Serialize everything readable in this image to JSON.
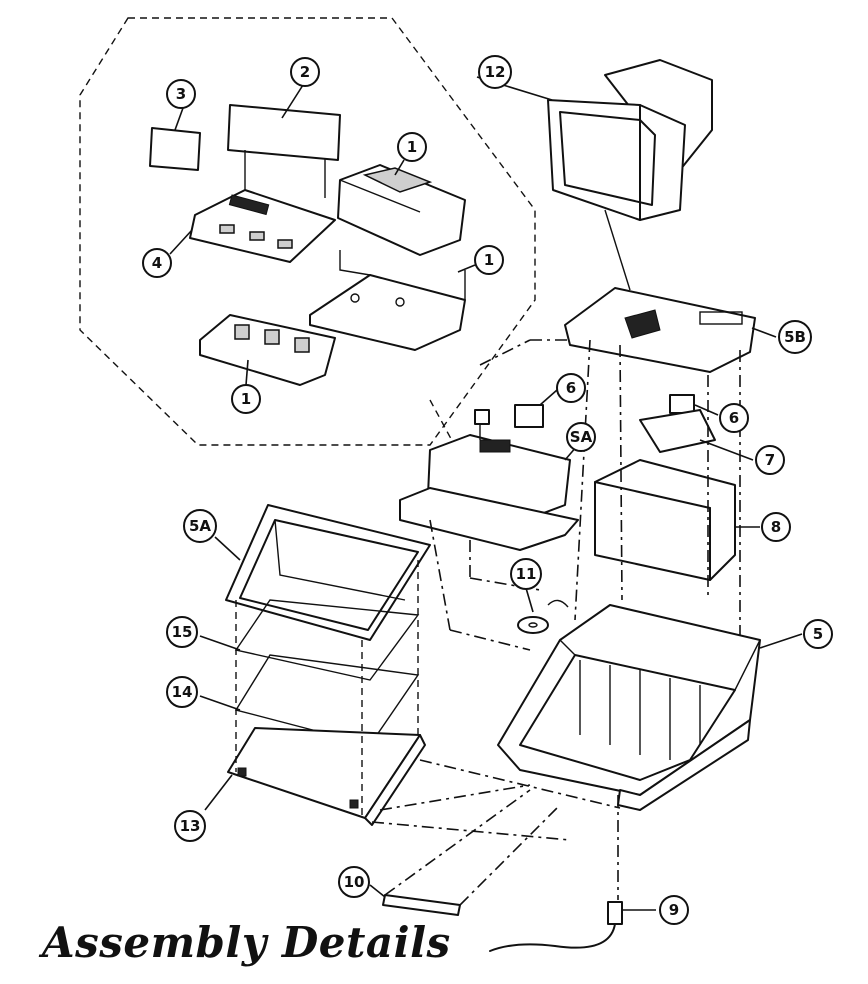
{
  "title": "Assembly Details",
  "callouts": [
    {
      "id": "c-2",
      "label": "2"
    },
    {
      "id": "c-3",
      "label": "3"
    },
    {
      "id": "c-1a",
      "label": "1"
    },
    {
      "id": "c-1b",
      "label": "1"
    },
    {
      "id": "c-1c",
      "label": "1"
    },
    {
      "id": "c-4",
      "label": "4"
    },
    {
      "id": "c-12",
      "label": "12"
    },
    {
      "id": "c-5b",
      "label": "5B"
    },
    {
      "id": "c-6a",
      "label": "6"
    },
    {
      "id": "c-6b",
      "label": "6"
    },
    {
      "id": "c-sa",
      "label": "SA"
    },
    {
      "id": "c-7",
      "label": "7"
    },
    {
      "id": "c-8",
      "label": "8"
    },
    {
      "id": "c-5a",
      "label": "5A"
    },
    {
      "id": "c-11",
      "label": "11"
    },
    {
      "id": "c-5",
      "label": "5"
    },
    {
      "id": "c-15",
      "label": "15"
    },
    {
      "id": "c-14",
      "label": "14"
    },
    {
      "id": "c-13",
      "label": "13"
    },
    {
      "id": "c-10",
      "label": "10"
    },
    {
      "id": "c-9",
      "label": "9"
    }
  ]
}
